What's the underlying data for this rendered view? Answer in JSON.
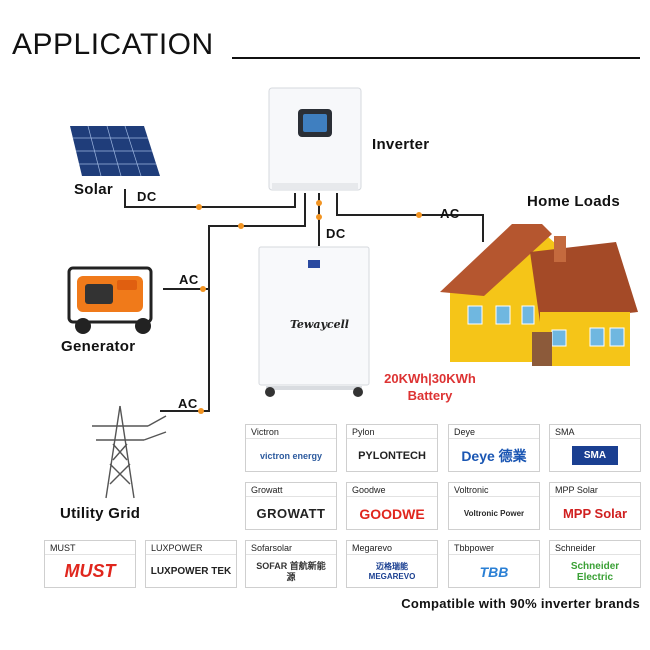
{
  "title": "APPLICATION",
  "nodes": {
    "inverter": "Inverter",
    "solar": "Solar",
    "home_loads": "Home Loads",
    "generator": "Generator",
    "utility_grid": "Utility Grid",
    "battery_capacity": "20KWh|30KWh",
    "battery_label": "Battery",
    "battery_brand": "Tewaycell"
  },
  "connections": {
    "solar_dc": "DC",
    "battery_dc": "DC",
    "home_ac": "AC",
    "generator_ac": "AC",
    "grid_ac": "AC"
  },
  "brands": [
    {
      "name": "Victron",
      "logo": "victron energy"
    },
    {
      "name": "Pylon",
      "logo": "PYLONTECH"
    },
    {
      "name": "Deye",
      "logo": "Deye 德業"
    },
    {
      "name": "SMA",
      "logo": "SMA"
    },
    {
      "name": "Growatt",
      "logo": "GROWATT"
    },
    {
      "name": "Goodwe",
      "logo": "GOODWE"
    },
    {
      "name": "Voltronic",
      "logo": "Voltronic Power"
    },
    {
      "name": "MPP Solar",
      "logo": "MPP Solar"
    },
    {
      "name": "MUST",
      "logo": "MUST"
    },
    {
      "name": "LUXPOWER",
      "logo": "LUXPOWER TEK"
    },
    {
      "name": "Sofarsolar",
      "logo": "SOFAR 首航新能源"
    },
    {
      "name": "Megarevo",
      "logo": "迈格瑞能 MEGAREVO"
    },
    {
      "name": "Tbbpower",
      "logo": "TBB"
    },
    {
      "name": "Schneider",
      "logo": "Schneider Electric"
    }
  ],
  "footer": "Compatible with 90% inverter brands",
  "colors": {
    "wire": "#222222",
    "arrow": "#f29422",
    "battery_spec": "#dd3333",
    "house_wall": "#f5c518",
    "house_roof": "#b5562f"
  }
}
